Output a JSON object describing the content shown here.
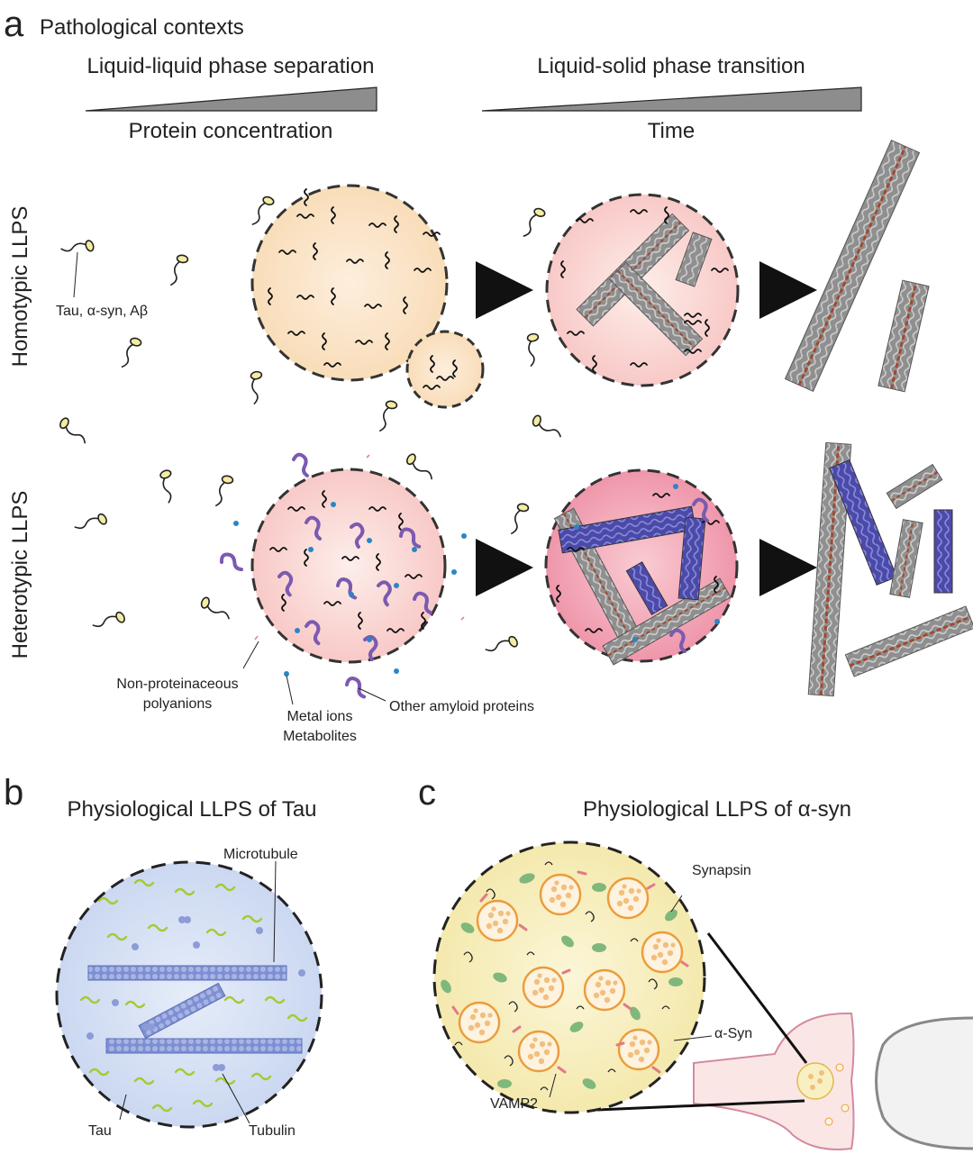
{
  "panel_a": {
    "letter": "a",
    "title": "Pathological contexts",
    "llps_header": "Liquid-liquid phase separation",
    "lspt_header": "Liquid-solid phase transition",
    "concentration_label": "Protein concentration",
    "time_label": "Time",
    "row_homotypic": "Homotypic LLPS",
    "row_heterotypic": "Heterotypic LLPS",
    "proteins_label": "Tau, α-syn, Aβ",
    "polyanions_label_1": "Non-proteinaceous",
    "polyanions_label_2": "polyanions",
    "metal_label_1": "Metal ions",
    "metal_label_2": "Metabolites",
    "amyloid_label": "Other amyloid proteins"
  },
  "panel_b": {
    "letter": "b",
    "title": "Physiological LLPS of Tau",
    "microtubule_label": "Microtubule",
    "tau_label": "Tau",
    "tubulin_label": "Tubulin"
  },
  "panel_c": {
    "letter": "c",
    "title": "Physiological LLPS of α-syn",
    "synapsin_label": "Synapsin",
    "asyn_label": "α-Syn",
    "vamp2_label": "VAMP2"
  },
  "colors": {
    "droplet_orange": "#fbe3c4",
    "droplet_pink": "#fbdbd8",
    "droplet_pink_dark": "#f4a9b7",
    "droplet_blue": "#d9e4f6",
    "droplet_yellow": "#f8f0c2",
    "tubulin_blue": "#8a9fd8",
    "fibril_gray": "#9a9a9a",
    "fibril_core": "#a4482e",
    "amyloid_purple": "#8a6bb5",
    "synapsin_green": "#7fb87a",
    "vesicle_orange": "#f3c98a"
  }
}
